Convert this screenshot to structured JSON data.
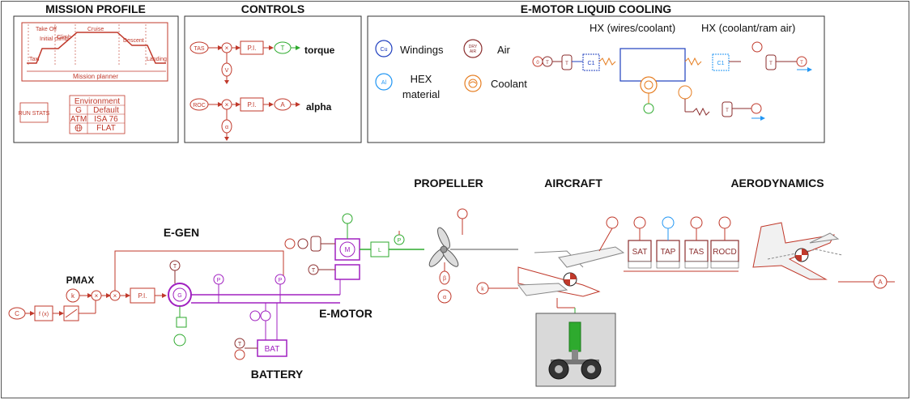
{
  "colors": {
    "mech_red": "#c0392b",
    "elec_purple": "#a020c0",
    "hydraulic_green": "#2eaa2e",
    "thermal_brown": "#8b2e2e",
    "air_blue": "#2196f3",
    "cooling_blue": "#1f3fbf",
    "gray_box": "#d9d9d9"
  },
  "sections": {
    "mission_profile": {
      "title": "MISSION PROFILE",
      "phases": [
        "Take Off",
        "Initial climb",
        "Climb",
        "Cruise",
        "Descent",
        "Taxi",
        "Landing"
      ],
      "planner_label": "Mission planner",
      "run_stats": "RUN STATS",
      "environment": {
        "header": "Environment",
        "rows": [
          {
            "key": "G",
            "value": "Default"
          },
          {
            "key": "ATM",
            "value": "ISA 76"
          },
          {
            "key": "globe-icon",
            "value": "FLAT"
          }
        ]
      }
    },
    "controls": {
      "title": "CONTROLS",
      "loop1": {
        "input": "TAS",
        "pi": "P.I.",
        "output": "T",
        "label": "torque"
      },
      "loop2": {
        "input": "ROC",
        "pi": "P.I.",
        "output": "A",
        "label": "alpha"
      },
      "greek": "α",
      "v": "V"
    },
    "cooling": {
      "title": "E-MOTOR LIQUID COOLING",
      "hx1": "HX (wires/coolant)",
      "hx2": "HX (coolant/ram air)",
      "legend": [
        {
          "symbol": "Cu",
          "label": "Windings",
          "color": "#1f3fbf"
        },
        {
          "symbol": "DRY AIR",
          "label": "Air",
          "color": "#8b2e2e"
        },
        {
          "symbol": "Al",
          "label": "HEX material",
          "color": "#2196f3"
        },
        {
          "symbol": "coolant-icon",
          "label": "Coolant",
          "color": "#e67e22"
        }
      ]
    },
    "main": {
      "egen": "E-GEN",
      "pmax": "PMAX",
      "emotor": "E-MOTOR",
      "battery": "BATTERY",
      "bat_box": "BAT",
      "propeller": "PROPELLER",
      "aircraft": "AIRCRAFT",
      "aerodynamics": "AERODYNAMICS",
      "pi": "P.I.",
      "fx": "f (x)",
      "k": "k",
      "c": "C",
      "beta": "β",
      "alpha": "α",
      "a": "A",
      "sensors": [
        "SAT",
        "TAP",
        "TAS",
        "ROCD"
      ]
    }
  }
}
